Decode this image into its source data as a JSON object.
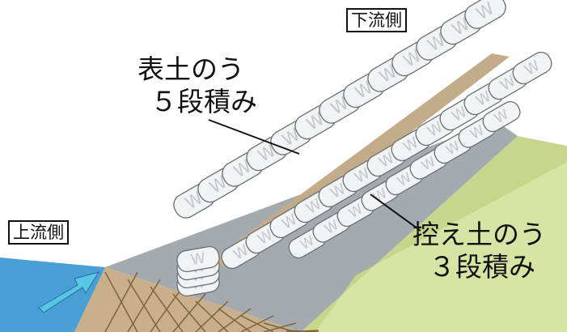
{
  "labels": {
    "downstream": "下流側",
    "upstream": "上流側",
    "surface_bags": {
      "line1": "表土のう",
      "line2": "５段積み"
    },
    "backing_bags": {
      "line1": "控え土のう",
      "line2": "３段積み"
    }
  },
  "bag_mark": "W",
  "colors": {
    "sky": "#ffffff",
    "grass": "#d7e4a4",
    "slope": "#c8d68c",
    "platform": "#a5aaaf",
    "soil_fill": "#c3ac89",
    "embankment_side": "#c9b08a",
    "embankment_hatch": "#7d6440",
    "water": "#4a9fd6",
    "arrow": "#57c7e8",
    "bag": "#f1f3f5",
    "bag_outline": "#6b6f74"
  },
  "icons": {
    "flow": "flow-direction-arrow-icon"
  }
}
